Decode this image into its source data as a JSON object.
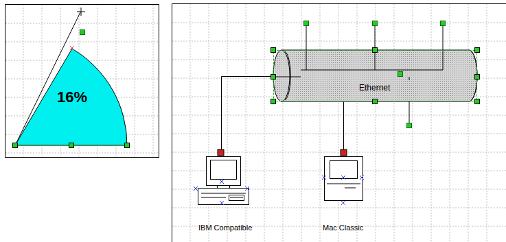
{
  "diagram": {
    "nodes": [
      {
        "text": [
          "16%"
        ]
      },
      {
        "text": [
          "Ethernet"
        ]
      },
      {
        "text": [
          "IBM Compatible"
        ]
      },
      {
        "text": [
          "Mac Classic"
        ]
      }
    ],
    "edges": [
      {
        "from": 2,
        "to": 1,
        "arrow": "none"
      },
      {
        "from": 3,
        "to": 1,
        "arrow": "none"
      }
    ]
  }
}
